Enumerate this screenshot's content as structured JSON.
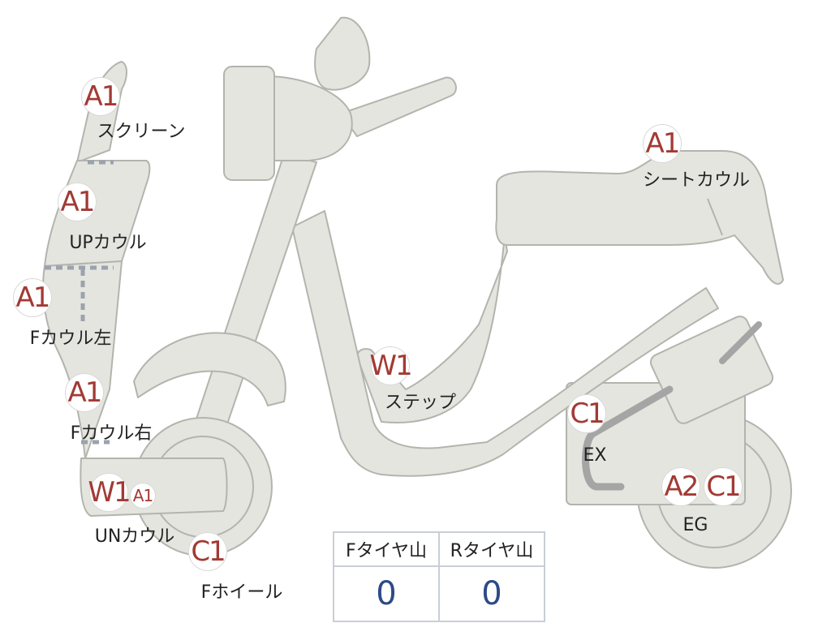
{
  "parts": [
    {
      "id": "screen",
      "codes": [
        "A1"
      ],
      "label": "スクリーン"
    },
    {
      "id": "up-cowl",
      "codes": [
        "A1"
      ],
      "label": "UPカウル"
    },
    {
      "id": "f-cowl-left",
      "codes": [
        "A1"
      ],
      "label": "Fカウル左"
    },
    {
      "id": "f-cowl-right",
      "codes": [
        "A1"
      ],
      "label": "Fカウル右"
    },
    {
      "id": "under-cowl",
      "codes": [
        "W1",
        "A1"
      ],
      "label": "UNカウル"
    },
    {
      "id": "f-wheel",
      "codes": [
        "C1"
      ],
      "label": "Fホイール"
    },
    {
      "id": "step",
      "codes": [
        "W1"
      ],
      "label": "ステップ"
    },
    {
      "id": "seat-cowl",
      "codes": [
        "A1"
      ],
      "label": "シートカウル"
    },
    {
      "id": "exhaust",
      "codes": [
        "C1"
      ],
      "label": "EX"
    },
    {
      "id": "engine",
      "codes": [
        "A2",
        "C1"
      ],
      "label": "EG"
    }
  ],
  "tire_tread": {
    "headers": [
      "Fタイヤ山",
      "Rタイヤ山"
    ],
    "values": [
      "0",
      "0"
    ]
  },
  "colors": {
    "code_text": "#a23a34",
    "tread_value": "#2c4a86",
    "body_fill": "#e5e5e0",
    "outline": "#b4b4ae"
  }
}
